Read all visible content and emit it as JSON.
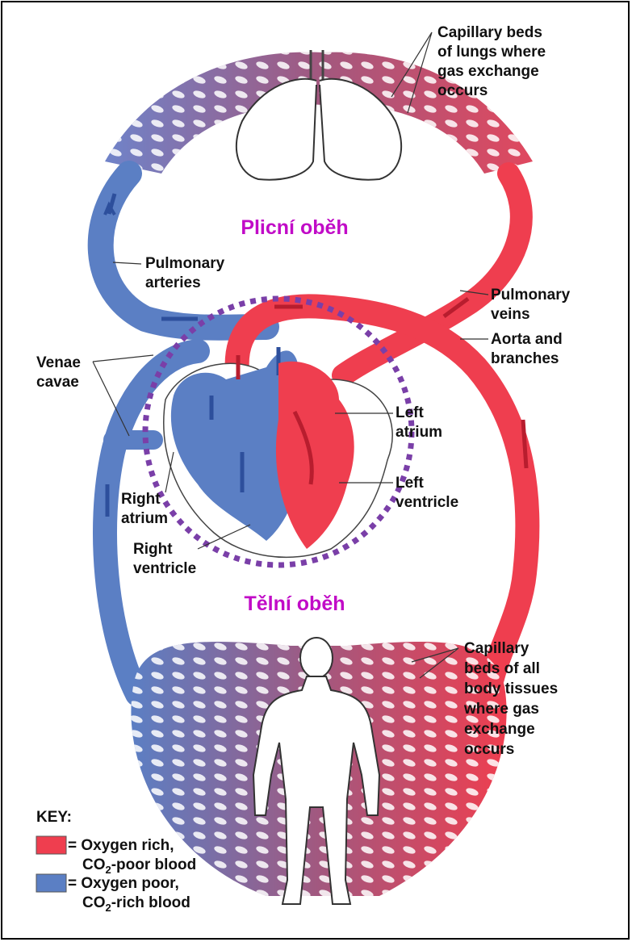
{
  "titles": {
    "pulmonary": "Plicní oběh",
    "systemic": "Tělní oběh"
  },
  "labels": {
    "lung_capillary": [
      "Capillary beds",
      "of lungs where",
      "gas exchange",
      "occurs"
    ],
    "pulmonary_arteries": [
      "Pulmonary",
      "arteries"
    ],
    "pulmonary_veins": [
      "Pulmonary",
      "veins"
    ],
    "aorta": [
      "Aorta and",
      "branches"
    ],
    "venae_cavae": [
      "Venae",
      "cavae"
    ],
    "left_atrium": [
      "Left",
      "atrium"
    ],
    "left_ventricle": [
      "Left",
      "ventricle"
    ],
    "right_atrium": [
      "Right",
      "atrium"
    ],
    "right_ventricle": [
      "Right",
      "ventricle"
    ],
    "body_capillary": [
      "Capillary",
      "beds of all",
      "body tissues",
      "where gas",
      "exchange",
      "occurs"
    ]
  },
  "key": {
    "heading": "KEY:",
    "rich_line1": "= Oxygen rich,",
    "rich_line2_pre": "CO",
    "rich_line2_sub": "2",
    "rich_line2_post": "-poor blood",
    "poor_line1": "= Oxygen poor,",
    "poor_line2_pre": "CO",
    "poor_line2_sub": "2",
    "poor_line2_post": "-rich blood"
  },
  "colors": {
    "oxygen_rich": "#ef3e4f",
    "oxygen_poor": "#5b7fc4",
    "mixed": "#a2587f",
    "title": "#c10bc7",
    "circle": "#7a3fa8"
  }
}
